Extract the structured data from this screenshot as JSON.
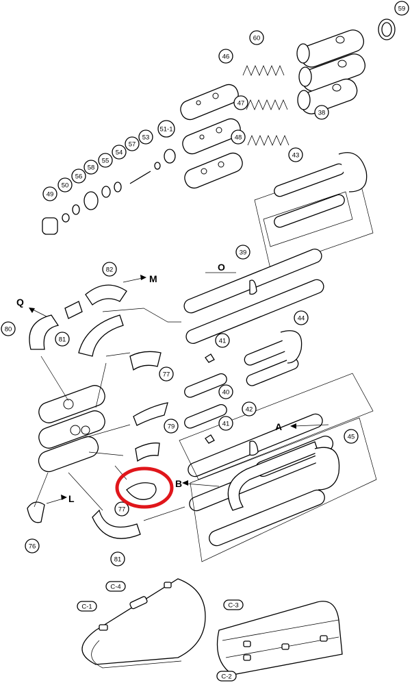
{
  "parts": {
    "p59": "59",
    "p60": "60",
    "p46": "46",
    "p47": "47",
    "p48": "48",
    "p38": "38",
    "p51_1": "51-1",
    "p57": "57",
    "p53": "53",
    "p54": "54",
    "p55": "55",
    "p58": "58",
    "p56": "56",
    "p50": "50",
    "p49": "49",
    "p43": "43",
    "p39": "39",
    "p82": "82",
    "p80": "80",
    "p81a": "81",
    "p41a": "41",
    "p44": "44",
    "p77a": "77",
    "p40": "40",
    "p79": "79",
    "p42": "42",
    "p41b": "41",
    "p45": "45",
    "p77b": "77",
    "p76": "76",
    "p81b": "81",
    "c4": "C-4",
    "c1": "C-1",
    "c3": "C-3",
    "c2": "C-2"
  },
  "callouts": {
    "m": "M",
    "o": "O",
    "q": "Q",
    "a": "A",
    "b": "B",
    "l": "L"
  },
  "highlight_color": "#e0161b"
}
